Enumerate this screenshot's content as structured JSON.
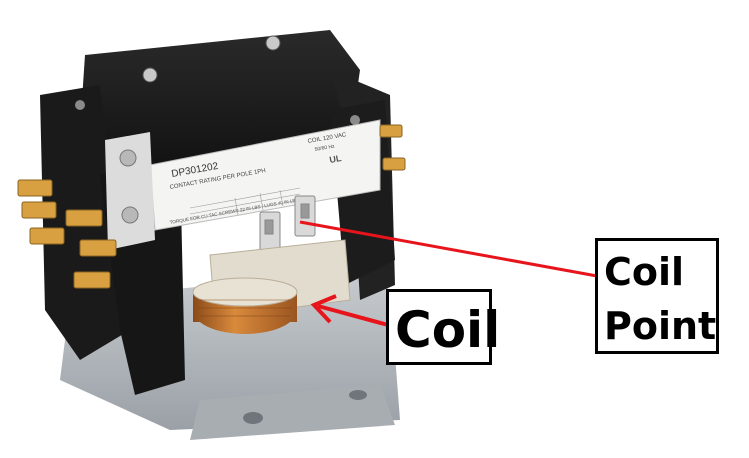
{
  "photo": {
    "model_label": "DP301202",
    "rating_line": "CONTACT RATING PER POLE 1PH",
    "coil_spec": "COIL 120 VAC",
    "coil_freq": "50/60 Hz",
    "torque_line": "TORQUE FOR CU TAC SCREWS 22 IN LBS / LUGS 40 IN LBS",
    "cert_mark": "UL"
  },
  "annotations": {
    "coil_label": "Coil",
    "coil_point_line1": "Coil",
    "coil_point_line2": "Point",
    "arrow_color": "#e8141c"
  },
  "colors": {
    "housing": "#1e1e1e",
    "coil_copper": "#c87833",
    "terminal_brass": "#d8a040",
    "base_plate": "#b4b8bc",
    "label_white": "#f4f4f2"
  }
}
